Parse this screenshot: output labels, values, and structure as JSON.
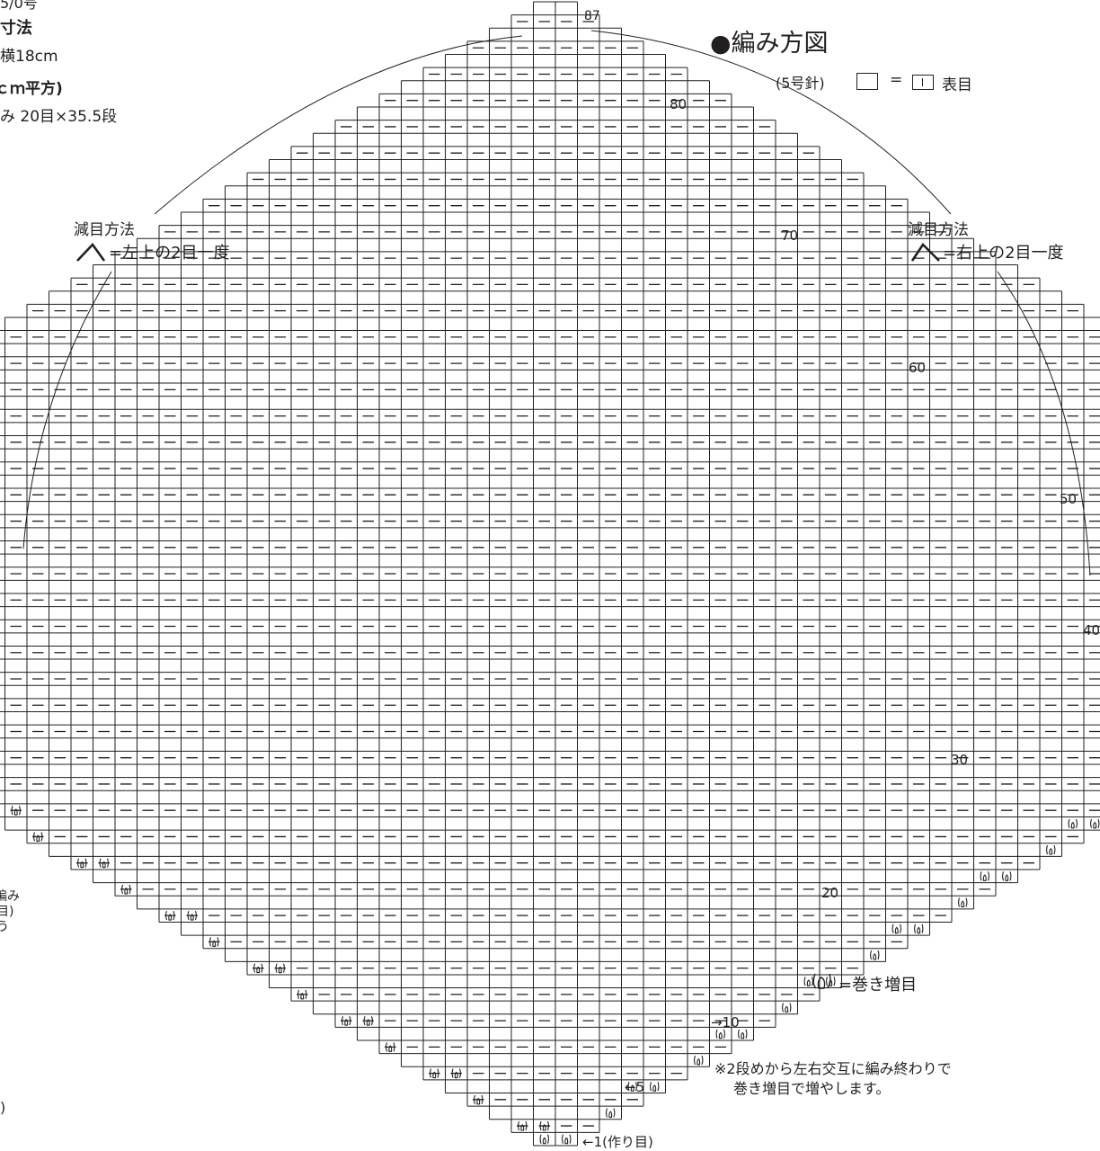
{
  "fragments": {
    "top_cut": "5/0号",
    "size_heading": "寸法",
    "size_value": "横18cm",
    "gauge_heading": "ｃｍ平方)",
    "gauge_value": "み  20目×35.5段",
    "left_cut_lines": [
      "編み",
      "目)",
      "う"
    ],
    "bottom_left_cut": ")"
  },
  "diagram": {
    "title": "●編み方図",
    "needle": "(5号針)",
    "legend_equals": "=",
    "legend_knit": "表目",
    "left_title": "減目方法",
    "left_text": "=左上の2目一度",
    "right_title": "減目方法",
    "right_text": "=右上の2目一度",
    "yarnover_text": "=巻き増目",
    "note_line1": "※2段めから左右交互に編み終わりで",
    "note_line2": "巻き増目で増やします。",
    "row_labels": {
      "r87": "87",
      "r80": "80",
      "r70": "70",
      "r60": "60",
      "r50": "50",
      "r40": "40",
      "r30": "30",
      "r20": "20",
      "r10": "→10",
      "r5": "←5",
      "r1": "←1(作り目)"
    },
    "chart_rows": 87,
    "max_width_stitches": 48,
    "cast_on_stitches": 2,
    "inc_rows": "2-44",
    "dec_rows": "45-87",
    "grid_color": "#231f20"
  }
}
